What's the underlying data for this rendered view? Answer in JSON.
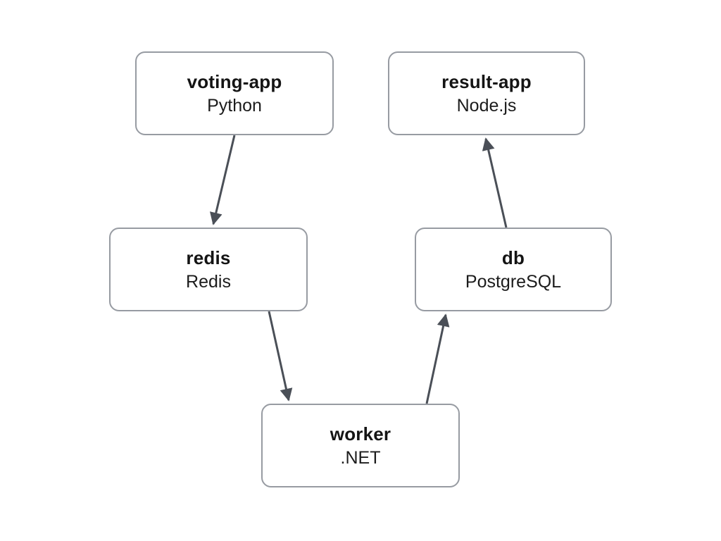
{
  "diagram": {
    "nodes": [
      {
        "id": "voting-app",
        "name": "voting-app",
        "tech": "Python"
      },
      {
        "id": "result-app",
        "name": "result-app",
        "tech": "Node.js"
      },
      {
        "id": "redis",
        "name": "redis",
        "tech": "Redis"
      },
      {
        "id": "db",
        "name": "db",
        "tech": "PostgreSQL"
      },
      {
        "id": "worker",
        "name": "worker",
        "tech": ".NET"
      }
    ],
    "edges": [
      {
        "from": "voting-app",
        "to": "redis"
      },
      {
        "from": "redis",
        "to": "worker"
      },
      {
        "from": "worker",
        "to": "db"
      },
      {
        "from": "db",
        "to": "result-app"
      }
    ],
    "colors": {
      "background": "#ffffff",
      "node_fill": "#ffffff",
      "node_border": "#979ba2",
      "arrow": "#4a4f57",
      "title_text": "#141414",
      "subtitle_text": "#1c1c1c"
    }
  }
}
